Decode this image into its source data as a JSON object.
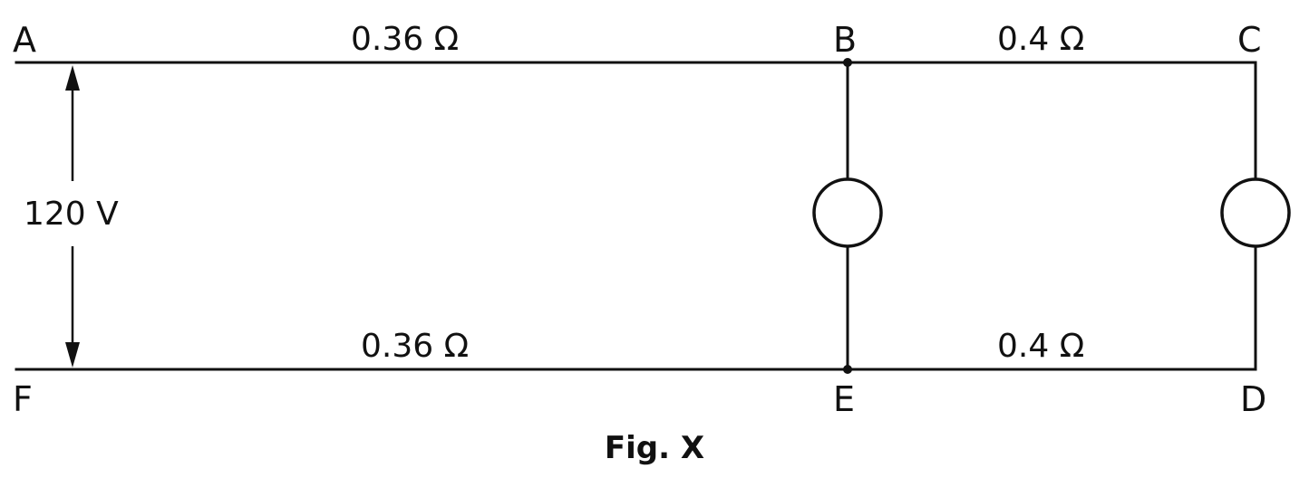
{
  "nodes": {
    "a": "A",
    "b": "B",
    "c": "C",
    "d": "D",
    "e": "E",
    "f": "F"
  },
  "resistances": {
    "ab": "0.36 Ω",
    "bc": "0.4 Ω",
    "fe": "0.36 Ω",
    "ed": "0.4 Ω"
  },
  "source": {
    "voltage": "120 V"
  },
  "caption": "Fig. X",
  "colors": {
    "ink": "#111111",
    "background": "#ffffff"
  },
  "icons": {
    "lamp_be": "lamp-circle-icon",
    "lamp_cd": "lamp-circle-icon",
    "voltage_arrow": "double-arrow-icon"
  }
}
